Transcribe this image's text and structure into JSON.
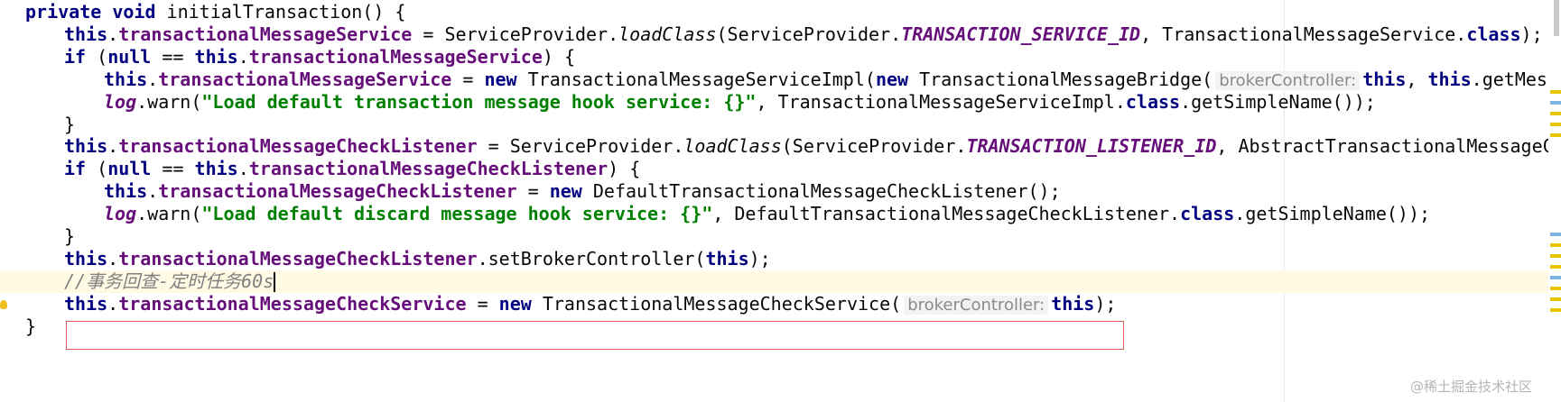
{
  "editor": {
    "language": "java",
    "colors": {
      "keyword": "#000080",
      "field": "#660e7a",
      "string": "#008000",
      "comment": "#808080",
      "current_line": "#fffae3",
      "highlight_box": "#e15b5b"
    },
    "lines": [
      {
        "tokens": [
          {
            "t": "private",
            "c": "kw"
          },
          {
            "t": " "
          },
          {
            "t": "void",
            "c": "kw"
          },
          {
            "t": " initialTransaction() {"
          }
        ]
      },
      {
        "tokens": [
          {
            "t": "this",
            "c": "kw"
          },
          {
            "t": "."
          },
          {
            "t": "transactionalMessageService",
            "c": "fld"
          },
          {
            "t": " = ServiceProvider."
          },
          {
            "t": "loadClass",
            "c": "it"
          },
          {
            "t": "(ServiceProvider."
          },
          {
            "t": "TRANSACTION_SERVICE_ID",
            "c": "static"
          },
          {
            "t": ", TransactionalMessageService."
          },
          {
            "t": "class",
            "c": "kw"
          },
          {
            "t": ");"
          }
        ]
      },
      {
        "tokens": [
          {
            "t": "if",
            "c": "kw"
          },
          {
            "t": " ("
          },
          {
            "t": "null",
            "c": "kw"
          },
          {
            "t": " == "
          },
          {
            "t": "this",
            "c": "kw"
          },
          {
            "t": "."
          },
          {
            "t": "transactionalMessageService",
            "c": "fld"
          },
          {
            "t": ") {"
          }
        ]
      },
      {
        "tokens": [
          {
            "t": "this",
            "c": "kw"
          },
          {
            "t": "."
          },
          {
            "t": "transactionalMessageService",
            "c": "fld"
          },
          {
            "t": " = "
          },
          {
            "t": "new",
            "c": "kw"
          },
          {
            "t": " TransactionalMessageServiceImpl("
          },
          {
            "t": "new",
            "c": "kw"
          },
          {
            "t": " TransactionalMessageBridge("
          },
          {
            "t": "brokerController:",
            "c": "hint"
          },
          {
            "t": "this",
            "c": "kw"
          },
          {
            "t": ", "
          },
          {
            "t": "this",
            "c": "kw"
          },
          {
            "t": ".getMes"
          }
        ]
      },
      {
        "tokens": [
          {
            "t": "log",
            "c": "static"
          },
          {
            "t": ".warn("
          },
          {
            "t": "\"Load default transaction message hook service: {}\"",
            "c": "str"
          },
          {
            "t": ", TransactionalMessageServiceImpl."
          },
          {
            "t": "class",
            "c": "kw"
          },
          {
            "t": ".getSimpleName());"
          }
        ]
      },
      {
        "tokens": [
          {
            "t": "}"
          }
        ]
      },
      {
        "tokens": [
          {
            "t": "this",
            "c": "kw"
          },
          {
            "t": "."
          },
          {
            "t": "transactionalMessageCheckListener",
            "c": "fld"
          },
          {
            "t": " = ServiceProvider."
          },
          {
            "t": "loadClass",
            "c": "it"
          },
          {
            "t": "(ServiceProvider."
          },
          {
            "t": "TRANSACTION_LISTENER_ID",
            "c": "static"
          },
          {
            "t": ", AbstractTransactionalMessageCh"
          }
        ]
      },
      {
        "tokens": [
          {
            "t": "if",
            "c": "kw"
          },
          {
            "t": " ("
          },
          {
            "t": "null",
            "c": "kw"
          },
          {
            "t": " == "
          },
          {
            "t": "this",
            "c": "kw"
          },
          {
            "t": "."
          },
          {
            "t": "transactionalMessageCheckListener",
            "c": "fld"
          },
          {
            "t": ") {"
          }
        ]
      },
      {
        "tokens": [
          {
            "t": "this",
            "c": "kw"
          },
          {
            "t": "."
          },
          {
            "t": "transactionalMessageCheckListener",
            "c": "fld"
          },
          {
            "t": " = "
          },
          {
            "t": "new",
            "c": "kw"
          },
          {
            "t": " DefaultTransactionalMessageCheckListener();"
          }
        ]
      },
      {
        "tokens": [
          {
            "t": "log",
            "c": "static"
          },
          {
            "t": ".warn("
          },
          {
            "t": "\"Load default discard message hook service: {}\"",
            "c": "str"
          },
          {
            "t": ", DefaultTransactionalMessageCheckListener."
          },
          {
            "t": "class",
            "c": "kw"
          },
          {
            "t": ".getSimpleName());"
          }
        ]
      },
      {
        "tokens": [
          {
            "t": "}"
          }
        ]
      },
      {
        "tokens": [
          {
            "t": "this",
            "c": "kw"
          },
          {
            "t": "."
          },
          {
            "t": "transactionalMessageCheckListener",
            "c": "fld"
          },
          {
            "t": ".setBrokerController("
          },
          {
            "t": "this",
            "c": "kw"
          },
          {
            "t": ");"
          }
        ]
      },
      {
        "current": true,
        "tokens": [
          {
            "t": "//事务回查-定时任务60s",
            "c": "cmt"
          }
        ]
      },
      {
        "boxed": true,
        "tokens": [
          {
            "t": "this",
            "c": "kw"
          },
          {
            "t": "."
          },
          {
            "t": "transactionalMessageCheckService",
            "c": "fld"
          },
          {
            "t": " = "
          },
          {
            "t": "new",
            "c": "kw"
          },
          {
            "t": " TransactionalMessageCheckService("
          },
          {
            "t": "brokerController:",
            "c": "hint"
          },
          {
            "t": "this",
            "c": "kw"
          },
          {
            "t": ");"
          }
        ]
      },
      {
        "tokens": [
          {
            "t": "}"
          }
        ]
      }
    ]
  },
  "watermark": "@稀土掘金技术社区",
  "gutter": {
    "bulb_icon": "lightbulb-icon"
  },
  "scrollbar_marks": {
    "warning_color": "#e8c300",
    "info_color": "#7fb2e5"
  }
}
